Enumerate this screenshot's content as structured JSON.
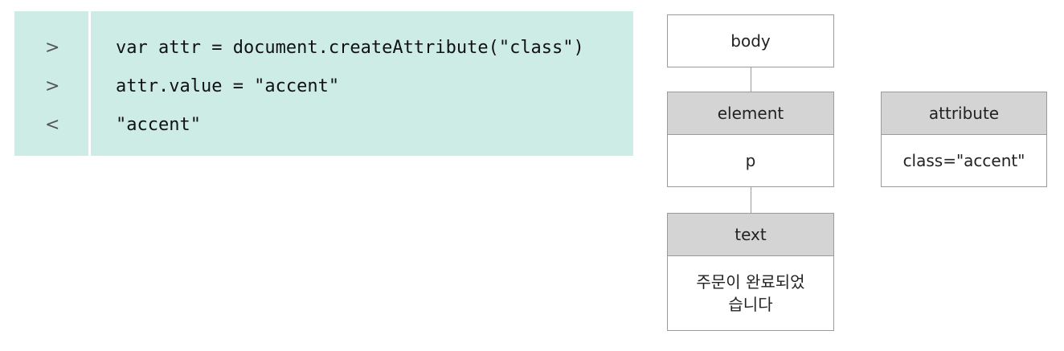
{
  "console": {
    "lines": [
      {
        "prompt": ">",
        "code": "var attr = document.createAttribute(\"class\")"
      },
      {
        "prompt": ">",
        "code": "attr.value = \"accent\""
      },
      {
        "prompt": "<",
        "code": "\"accent\""
      }
    ]
  },
  "diagram": {
    "body_node": {
      "label": "body"
    },
    "element_node": {
      "header": "element",
      "value": "p"
    },
    "text_node": {
      "header": "text",
      "value_line1": "주문이 완료되었",
      "value_line2": "습니다"
    },
    "attribute_node": {
      "header": "attribute",
      "value": "class=\"accent\""
    }
  },
  "colors": {
    "console_background": "#cdece6",
    "header_fill": "#d4d4d4",
    "border": "#9a9a9a"
  }
}
